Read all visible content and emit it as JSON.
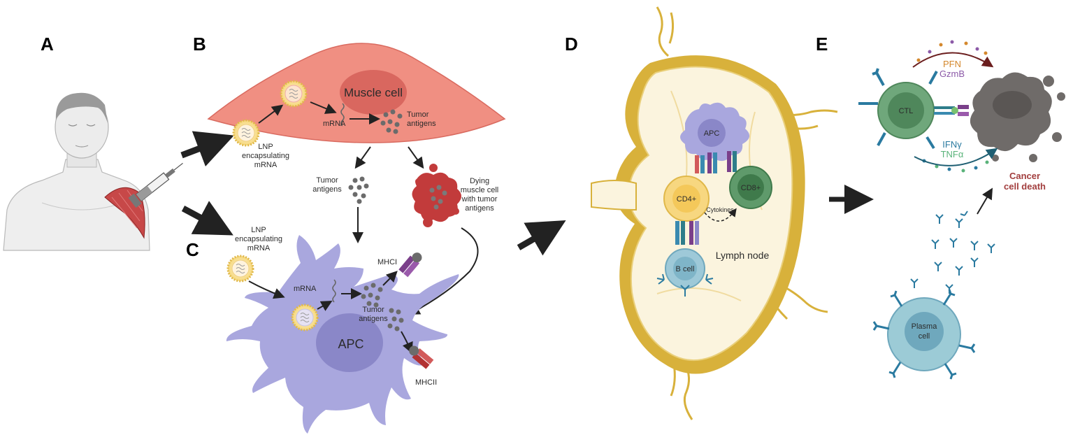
{
  "panels": {
    "a": "A",
    "b": "B",
    "c": "C",
    "d": "D",
    "e": "E"
  },
  "panel_b": {
    "muscle_cell": "Muscle cell",
    "lnp_line1": "LNP",
    "lnp_line2": "encapsulating",
    "lnp_line3": "mRNA",
    "mrna": "mRNA",
    "tumor_antigens_line1": "Tumor",
    "tumor_antigens_line2": "antigens",
    "released_antigens_line1": "Tumor",
    "released_antigens_line2": "antigens",
    "dying_line1": "Dying",
    "dying_line2": "muscle cell",
    "dying_line3": "with tumor",
    "dying_line4": "antigens"
  },
  "panel_c": {
    "lnp_line1": "LNP",
    "lnp_line2": "encapsulating",
    "lnp_line3": "mRNA",
    "mrna": "mRNA",
    "tumor_antigens_line1": "Tumor",
    "tumor_antigens_line2": "antigens",
    "mhci": "MHCI",
    "mhcii": "MHCII",
    "apc": "APC"
  },
  "panel_d": {
    "apc": "APC",
    "cd4": "CD4+",
    "cd8": "CD8+",
    "cytokines": "Cytokines",
    "b_cell": "B cell",
    "lymph_node": "Lymph node"
  },
  "panel_e": {
    "ctl": "CTL",
    "pfn": "PFN",
    "gzmb": "GzmB",
    "ifng": "IFNγ",
    "tnfa": "TNFα",
    "cancer_line1": "Cancer",
    "cancer_line2": "cell death",
    "plasma_line1": "Plasma",
    "plasma_line2": "cell"
  },
  "colors": {
    "muscle": "#f08f82",
    "muscle_nucleus": "#d9675f",
    "apc": "#a9a7de",
    "apc_nucleus": "#8a87c8",
    "lymph_node_outer": "#d8b13b",
    "lymph_node_inner": "#fbf4de",
    "cd4": "#f7d780",
    "cd8": "#5f9a6b",
    "b_cell": "#9ec9d8",
    "ctl": "#6fa77b",
    "plasma": "#9ccbd6",
    "cancer": "#6f6b69",
    "dying_cell": "#c23b3b",
    "cancer_text": "#a23e3e",
    "pfn_text": "#d4882d",
    "gzmb_text": "#8c5aa8",
    "ifng_text": "#2a7aa0",
    "tnfa_text": "#5ab37a"
  }
}
